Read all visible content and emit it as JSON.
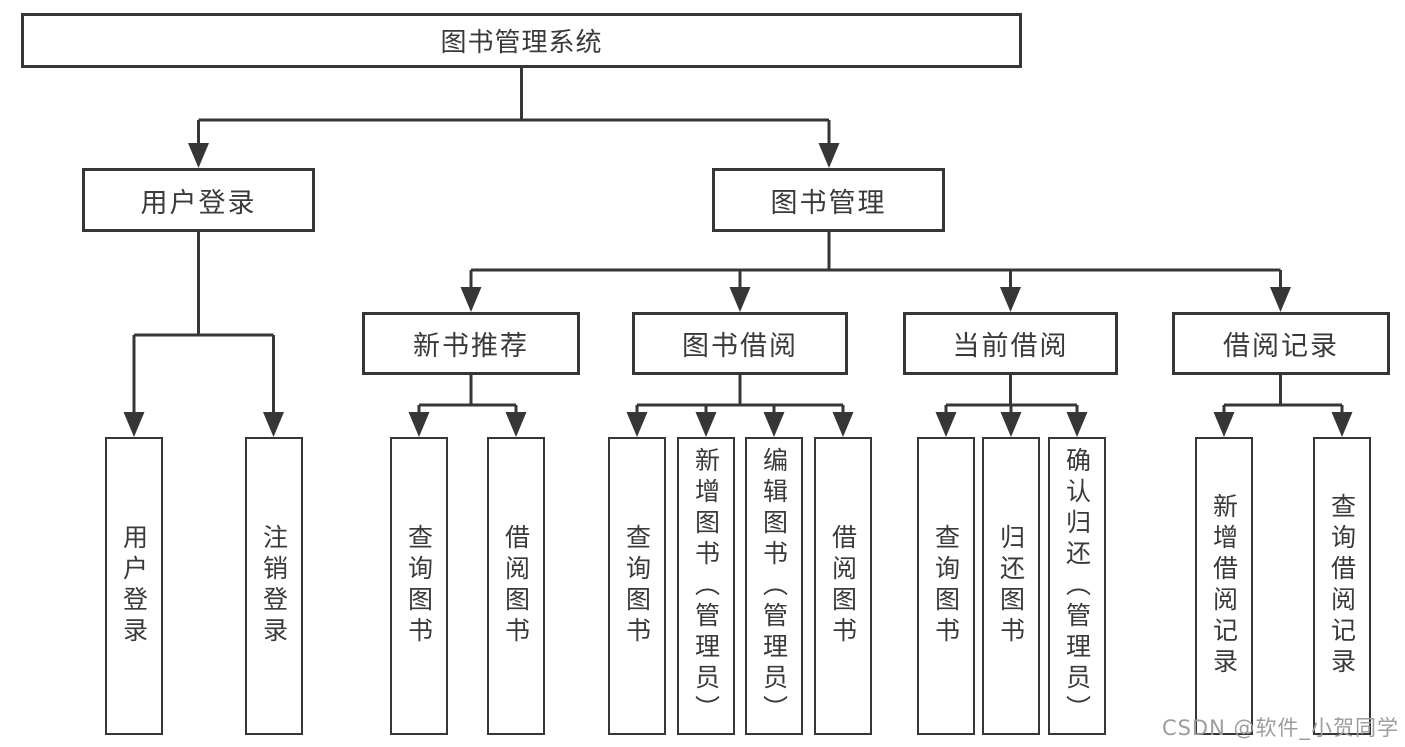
{
  "diagram": {
    "root": {
      "label": "图书管理系统"
    },
    "level2": [
      {
        "label": "用户登录"
      },
      {
        "label": "图书管理"
      }
    ],
    "level3": [
      {
        "label": "新书推荐",
        "parent": "图书管理"
      },
      {
        "label": "图书借阅",
        "parent": "图书管理"
      },
      {
        "label": "当前借阅",
        "parent": "图书管理"
      },
      {
        "label": "借阅记录",
        "parent": "图书管理"
      }
    ],
    "leaves": [
      {
        "label": "用户登录",
        "parent": "用户登录"
      },
      {
        "label": "注销登录",
        "parent": "用户登录"
      },
      {
        "label": "查询图书",
        "parent": "新书推荐"
      },
      {
        "label": "借阅图书",
        "parent": "新书推荐"
      },
      {
        "label": "查询图书",
        "parent": "图书借阅"
      },
      {
        "label": "新增图书（管理员）",
        "parent": "图书借阅"
      },
      {
        "label": "编辑图书（管理员）",
        "parent": "图书借阅"
      },
      {
        "label": "借阅图书",
        "parent": "图书借阅"
      },
      {
        "label": "查询图书",
        "parent": "当前借阅"
      },
      {
        "label": "归还图书",
        "parent": "当前借阅"
      },
      {
        "label": "确认归还（管理员）",
        "parent": "当前借阅"
      },
      {
        "label": "新增借阅记录",
        "parent": "借阅记录"
      },
      {
        "label": "查询借阅记录",
        "parent": "借阅记录"
      }
    ]
  },
  "watermark": "CSDN @软件_小贺同学",
  "colors": {
    "line": "#363636",
    "text": "#3a3a3a",
    "watermark": "#9d9d9d",
    "background": "#ffffff"
  }
}
